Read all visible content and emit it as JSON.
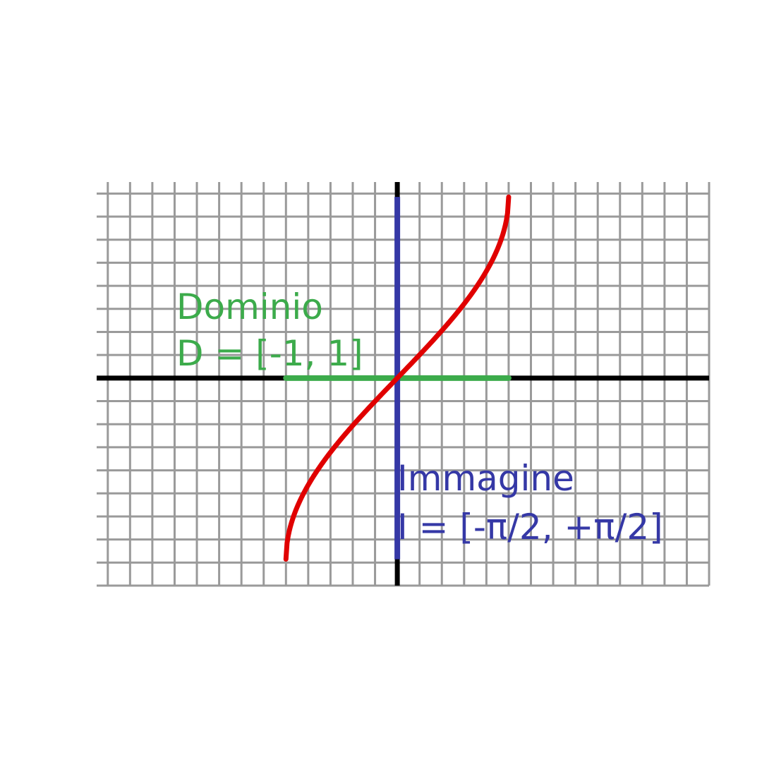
{
  "chart_data": {
    "type": "line",
    "function": "arcsin",
    "xlim": [
      -2.7,
      2.8
    ],
    "ylim": [
      -1.8,
      1.7
    ],
    "grid": true,
    "series": [
      {
        "color": "#e00000",
        "x": [
          -1,
          -0.98,
          -0.95,
          -0.9,
          -0.85,
          -0.8,
          -0.7,
          -0.6,
          -0.5,
          -0.4,
          -0.3,
          -0.2,
          -0.1,
          0,
          0.1,
          0.2,
          0.3,
          0.4,
          0.5,
          0.6,
          0.7,
          0.8,
          0.85,
          0.9,
          0.95,
          0.98,
          1
        ],
        "y": [
          -1.571,
          -1.371,
          -1.253,
          -1.12,
          -1.016,
          -0.927,
          -0.775,
          -0.644,
          -0.524,
          -0.412,
          -0.305,
          -0.201,
          -0.1,
          0,
          0.1,
          0.201,
          0.305,
          0.412,
          0.524,
          0.644,
          0.775,
          0.927,
          1.016,
          1.12,
          1.253,
          1.371,
          1.571
        ]
      }
    ],
    "domain": {
      "from": -1,
      "to": 1,
      "color": "#3cab4b"
    },
    "range": {
      "from": -1.571,
      "to": 1.571,
      "color": "#3538a6"
    },
    "annotations": {
      "domain_title": "Dominio",
      "domain_expr": "D = [-1, 1]",
      "range_title": "Immagine",
      "range_expr": "I = [-π/2, +π/2]"
    }
  }
}
